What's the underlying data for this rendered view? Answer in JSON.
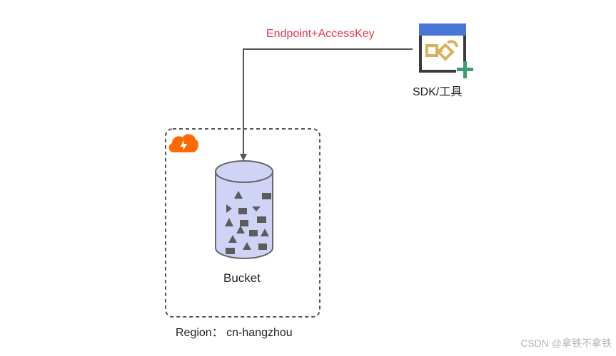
{
  "diagram": {
    "connection_label": "Endpoint+AccessKey",
    "client": {
      "label": "SDK/工具",
      "icon": "sdk-tool-icon"
    },
    "region": {
      "label": "Region：  cn-hangzhou",
      "icon": "alibaba-cloud-logo-icon"
    },
    "bucket": {
      "label": "Bucket",
      "icon": "bucket-cylinder-icon"
    }
  },
  "watermark": "CSDN @拿铁不拿铁",
  "colors": {
    "connection_label": "#e8384a",
    "arrow": "#555555",
    "region_border": "#555555",
    "bucket_fill": "#cfd3f5",
    "bucket_stroke": "#666666",
    "object_shapes": "#5c5c5c",
    "cloud_logo": "#ff6a00",
    "sdk_header": "#4a76d8",
    "sdk_plus": "#3e9c6e",
    "sdk_glyph": "#d9b15a"
  }
}
